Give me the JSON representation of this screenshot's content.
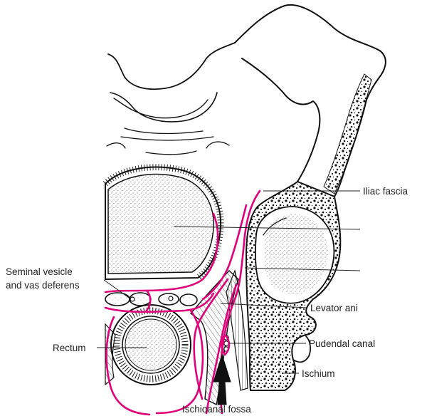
{
  "labels": {
    "iliac_fascia": "Iliac fascia",
    "seminal_vesicle_line1": "Seminal vesicle",
    "seminal_vesicle_line2": "and vas deferens",
    "levator_ani": "Levator ani",
    "rectum": "Rectum",
    "pudendal_canal": "Pudendal canal",
    "ischium": "Ischium",
    "ischioanal_fossa": "Ischioanal fossa"
  },
  "colors": {
    "fascia": "#e0007a",
    "ink": "#111111",
    "background": "#ffffff"
  }
}
